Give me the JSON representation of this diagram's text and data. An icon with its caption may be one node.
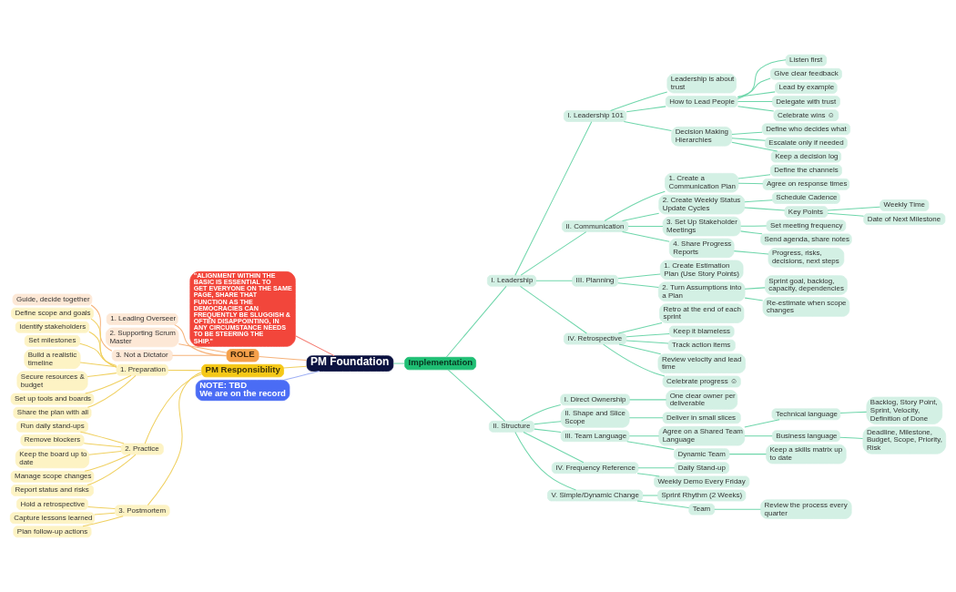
{
  "diagram": {
    "nodes": [
      {
        "text": [
          "PM Foundation"
        ]
      },
      {
        "text": [
          "\"ALIGNMENT WITHIN THE BASIC IS ESSENTIAL TO GET EVERYONE ON THE SAME PAGE, SHARE THAT FUNCTION AS THE DEMOCRACIES CAN FREQUENTLY BE SLUGGISH & OFTEN DISAPPOINTING, IN ANY CIRCUMSTANCE NEEDS TO BE STEERING THE SHIP.\""
        ]
      },
      {
        "text": [
          "ROLE"
        ]
      },
      {
        "text": [
          "1. Leading Overseer"
        ]
      },
      {
        "text": [
          "2. Supporting Scrum Master"
        ]
      },
      {
        "text": [
          "3. Not a Dictator"
        ]
      },
      {
        "text": [
          "Guide, decide together"
        ]
      },
      {
        "text": [
          "PM Responsibility"
        ]
      },
      {
        "text": [
          "1. Preparation"
        ]
      },
      {
        "text": [
          "Define scope and goals"
        ]
      },
      {
        "text": [
          "Identify stakeholders"
        ]
      },
      {
        "text": [
          "Set milestones"
        ]
      },
      {
        "text": [
          "Build a realistic timeline"
        ]
      },
      {
        "text": [
          "Secure resources & budget"
        ]
      },
      {
        "text": [
          "Set up tools and boards"
        ]
      },
      {
        "text": [
          "Share the plan with all"
        ]
      },
      {
        "text": [
          "2. Practice"
        ]
      },
      {
        "text": [
          "Run daily stand-ups"
        ]
      },
      {
        "text": [
          "Remove blockers"
        ]
      },
      {
        "text": [
          "Keep the board up to date"
        ]
      },
      {
        "text": [
          "Manage scope changes"
        ]
      },
      {
        "text": [
          "Report status and risks"
        ]
      },
      {
        "text": [
          "3. Postmortem"
        ]
      },
      {
        "text": [
          "Hold a retrospective"
        ]
      },
      {
        "text": [
          "Capture lessons learned"
        ]
      },
      {
        "text": [
          "Plan follow-up actions"
        ]
      },
      {
        "text": [
          "Implementation"
        ]
      },
      {
        "text": [
          "I. Leadership"
        ]
      },
      {
        "text": [
          "I. Leadership 101"
        ]
      },
      {
        "text": [
          "Leadership is about trust"
        ]
      },
      {
        "text": [
          "How to Lead People"
        ]
      },
      {
        "text": [
          "Listen first"
        ]
      },
      {
        "text": [
          "Give clear feedback"
        ]
      },
      {
        "text": [
          "Lead by example"
        ]
      },
      {
        "text": [
          "Delegate with trust"
        ]
      },
      {
        "text": [
          "Celebrate wins ☺"
        ]
      },
      {
        "text": [
          "Decision Making Hierarchies"
        ]
      },
      {
        "text": [
          "Define who decides what"
        ]
      },
      {
        "text": [
          "Escalate only if needed"
        ]
      },
      {
        "text": [
          "Keep a decision log"
        ]
      },
      {
        "text": [
          "II. Communication"
        ]
      },
      {
        "text": [
          "1. Create a Communication Plan"
        ]
      },
      {
        "text": [
          "Define the channels"
        ]
      },
      {
        "text": [
          "Agree on response times"
        ]
      },
      {
        "text": [
          "2. Create Weekly Status Update Cycles"
        ]
      },
      {
        "text": [
          "Schedule Cadence"
        ]
      },
      {
        "text": [
          "Key Points"
        ]
      },
      {
        "text": [
          "Weekly Time"
        ]
      },
      {
        "text": [
          "Date of Next Milestone"
        ]
      },
      {
        "text": [
          "3. Set Up Stakeholder Meetings"
        ]
      },
      {
        "text": [
          "Set meeting frequency"
        ]
      },
      {
        "text": [
          "Send agenda, share notes"
        ]
      },
      {
        "text": [
          "4. Share Progress Reports"
        ]
      },
      {
        "text": [
          "Progress, risks, decisions, next steps"
        ]
      },
      {
        "text": [
          "III. Planning"
        ]
      },
      {
        "text": [
          "1. Create Estimation Plan (Use Story Points)"
        ]
      },
      {
        "text": [
          "2. Turn Assumptions into a Plan"
        ]
      },
      {
        "text": [
          "Sprint goal, backlog, capacity, dependencies"
        ]
      },
      {
        "text": [
          "Re-estimate when scope changes"
        ]
      },
      {
        "text": [
          "IV. Retrospective"
        ]
      },
      {
        "text": [
          "Retro at the end of each sprint"
        ]
      },
      {
        "text": [
          "Keep it blameless"
        ]
      },
      {
        "text": [
          "Track action items"
        ]
      },
      {
        "text": [
          "Review velocity and lead time"
        ]
      },
      {
        "text": [
          "Celebrate progress ☺"
        ]
      },
      {
        "text": [
          "II. Structure"
        ]
      },
      {
        "text": [
          "I. Direct Ownership"
        ]
      },
      {
        "text": [
          "One clear owner per deliverable"
        ]
      },
      {
        "text": [
          "II. Shape and Slice Scope"
        ]
      },
      {
        "text": [
          "Deliver in small slices"
        ]
      },
      {
        "text": [
          "III. Team Language"
        ]
      },
      {
        "text": [
          "Agree on a Shared Team Language"
        ]
      },
      {
        "text": [
          "Technical language"
        ]
      },
      {
        "text": [
          "Backlog, Story Point, Sprint, Velocity, Definition of Done"
        ]
      },
      {
        "text": [
          "Business language"
        ]
      },
      {
        "text": [
          "Deadline, Milestone, Budget, Scope, Priority, Risk"
        ]
      },
      {
        "text": [
          "Dynamic Team"
        ]
      },
      {
        "text": [
          "Keep a skills matrix up to date"
        ]
      },
      {
        "text": [
          "IV. Frequency Reference"
        ]
      },
      {
        "text": [
          "Daily Stand-up"
        ]
      },
      {
        "text": [
          "Weekly Demo Every Friday"
        ]
      },
      {
        "text": [
          "V. Simple/Dynamic Change"
        ]
      },
      {
        "text": [
          "Sprint Rhythm (2 Weeks)"
        ]
      },
      {
        "text": [
          "Team"
        ]
      },
      {
        "text": [
          "Review the process every quarter"
        ]
      },
      {
        "text": [
          "NOTE: TBD",
          "We are on the record"
        ]
      }
    ],
    "edges": [
      {
        "from": 0,
        "to": 1,
        "arrow": "none",
        "color": "#f47c72"
      },
      {
        "from": 0,
        "to": 2,
        "arrow": "none",
        "color": "#f6b27a"
      },
      {
        "from": 2,
        "to": 3,
        "arrow": "none",
        "color": "#f6b27a"
      },
      {
        "from": 2,
        "to": 4,
        "arrow": "none",
        "color": "#f6b27a"
      },
      {
        "from": 2,
        "to": 5,
        "arrow": "none",
        "color": "#f6b27a"
      },
      {
        "from": 5,
        "to": 6,
        "arrow": "none",
        "color": "#f6b27a"
      },
      {
        "from": 0,
        "to": 7,
        "arrow": "none",
        "color": "#f0d060"
      },
      {
        "from": 7,
        "to": 8,
        "arrow": "none",
        "color": "#f0d060"
      },
      {
        "from": 8,
        "to": 9,
        "arrow": "none",
        "color": "#f0d060"
      },
      {
        "from": 8,
        "to": 10,
        "arrow": "none",
        "color": "#f0d060"
      },
      {
        "from": 8,
        "to": 11,
        "arrow": "none",
        "color": "#f0d060"
      },
      {
        "from": 8,
        "to": 12,
        "arrow": "none",
        "color": "#f0d060"
      },
      {
        "from": 8,
        "to": 13,
        "arrow": "none",
        "color": "#f0d060"
      },
      {
        "from": 8,
        "to": 14,
        "arrow": "none",
        "color": "#f0d060"
      },
      {
        "from": 8,
        "to": 15,
        "arrow": "none",
        "color": "#f0d060"
      },
      {
        "from": 7,
        "to": 16,
        "arrow": "none",
        "color": "#f0d060"
      },
      {
        "from": 16,
        "to": 17,
        "arrow": "none",
        "color": "#f0d060"
      },
      {
        "from": 16,
        "to": 18,
        "arrow": "none",
        "color": "#f0d060"
      },
      {
        "from": 16,
        "to": 19,
        "arrow": "none",
        "color": "#f0d060"
      },
      {
        "from": 16,
        "to": 20,
        "arrow": "none",
        "color": "#f0d060"
      },
      {
        "from": 16,
        "to": 21,
        "arrow": "none",
        "color": "#f0d060"
      },
      {
        "from": 7,
        "to": 22,
        "arrow": "none",
        "color": "#f0d060"
      },
      {
        "from": 22,
        "to": 23,
        "arrow": "none",
        "color": "#f0d060"
      },
      {
        "from": 22,
        "to": 24,
        "arrow": "none",
        "color": "#f0d060"
      },
      {
        "from": 22,
        "to": 25,
        "arrow": "none",
        "color": "#f0d060"
      },
      {
        "from": 0,
        "to": 26,
        "arrow": "none"
      },
      {
        "from": 26,
        "to": 27,
        "arrow": "none"
      },
      {
        "from": 27,
        "to": 28,
        "arrow": "none"
      },
      {
        "from": 28,
        "to": 29,
        "arrow": "none"
      },
      {
        "from": 28,
        "to": 30,
        "arrow": "none"
      },
      {
        "from": 30,
        "to": 31,
        "arrow": "none"
      },
      {
        "from": 30,
        "to": 32,
        "arrow": "none"
      },
      {
        "from": 30,
        "to": 33,
        "arrow": "none"
      },
      {
        "from": 30,
        "to": 34,
        "arrow": "none"
      },
      {
        "from": 30,
        "to": 35,
        "arrow": "none"
      },
      {
        "from": 28,
        "to": 36,
        "arrow": "none"
      },
      {
        "from": 36,
        "to": 37,
        "arrow": "none"
      },
      {
        "from": 36,
        "to": 38,
        "arrow": "none"
      },
      {
        "from": 36,
        "to": 39,
        "arrow": "none"
      },
      {
        "from": 27,
        "to": 40,
        "arrow": "none"
      },
      {
        "from": 40,
        "to": 41,
        "arrow": "none"
      },
      {
        "from": 41,
        "to": 42,
        "arrow": "none"
      },
      {
        "from": 41,
        "to": 43,
        "arrow": "none"
      },
      {
        "from": 40,
        "to": 44,
        "arrow": "none"
      },
      {
        "from": 44,
        "to": 45,
        "arrow": "none"
      },
      {
        "from": 44,
        "to": 46,
        "arrow": "none"
      },
      {
        "from": 46,
        "to": 47,
        "arrow": "none"
      },
      {
        "from": 46,
        "to": 48,
        "arrow": "none"
      },
      {
        "from": 40,
        "to": 49,
        "arrow": "none"
      },
      {
        "from": 49,
        "to": 50,
        "arrow": "none"
      },
      {
        "from": 49,
        "to": 51,
        "arrow": "none"
      },
      {
        "from": 40,
        "to": 52,
        "arrow": "none"
      },
      {
        "from": 52,
        "to": 53,
        "arrow": "none"
      },
      {
        "from": 27,
        "to": 54,
        "arrow": "none"
      },
      {
        "from": 54,
        "to": 55,
        "arrow": "none"
      },
      {
        "from": 54,
        "to": 56,
        "arrow": "none"
      },
      {
        "from": 56,
        "to": 57,
        "arrow": "none"
      },
      {
        "from": 56,
        "to": 58,
        "arrow": "none"
      },
      {
        "from": 27,
        "to": 59,
        "arrow": "none"
      },
      {
        "from": 59,
        "to": 60,
        "arrow": "none"
      },
      {
        "from": 59,
        "to": 61,
        "arrow": "none"
      },
      {
        "from": 59,
        "to": 62,
        "arrow": "none"
      },
      {
        "from": 59,
        "to": 63,
        "arrow": "none"
      },
      {
        "from": 59,
        "to": 64,
        "arrow": "none"
      },
      {
        "from": 26,
        "to": 65,
        "arrow": "none"
      },
      {
        "from": 65,
        "to": 66,
        "arrow": "none"
      },
      {
        "from": 66,
        "to": 67,
        "arrow": "none"
      },
      {
        "from": 65,
        "to": 68,
        "arrow": "none"
      },
      {
        "from": 68,
        "to": 69,
        "arrow": "none"
      },
      {
        "from": 65,
        "to": 70,
        "arrow": "none"
      },
      {
        "from": 70,
        "to": 71,
        "arrow": "none"
      },
      {
        "from": 71,
        "to": 72,
        "arrow": "none"
      },
      {
        "from": 72,
        "to": 73,
        "arrow": "none"
      },
      {
        "from": 71,
        "to": 74,
        "arrow": "none"
      },
      {
        "from": 74,
        "to": 75,
        "arrow": "none"
      },
      {
        "from": 70,
        "to": 76,
        "arrow": "none"
      },
      {
        "from": 76,
        "to": 77,
        "arrow": "none"
      },
      {
        "from": 65,
        "to": 78,
        "arrow": "none"
      },
      {
        "from": 78,
        "to": 79,
        "arrow": "none"
      },
      {
        "from": 78,
        "to": 80,
        "arrow": "none"
      },
      {
        "from": 65,
        "to": 81,
        "arrow": "none"
      },
      {
        "from": 81,
        "to": 82,
        "arrow": "none"
      },
      {
        "from": 81,
        "to": 83,
        "arrow": "none"
      },
      {
        "from": 83,
        "to": 84,
        "arrow": "none"
      },
      {
        "from": 0,
        "to": 85,
        "arrow": "none",
        "color": "#9fb0f5"
      }
    ]
  }
}
